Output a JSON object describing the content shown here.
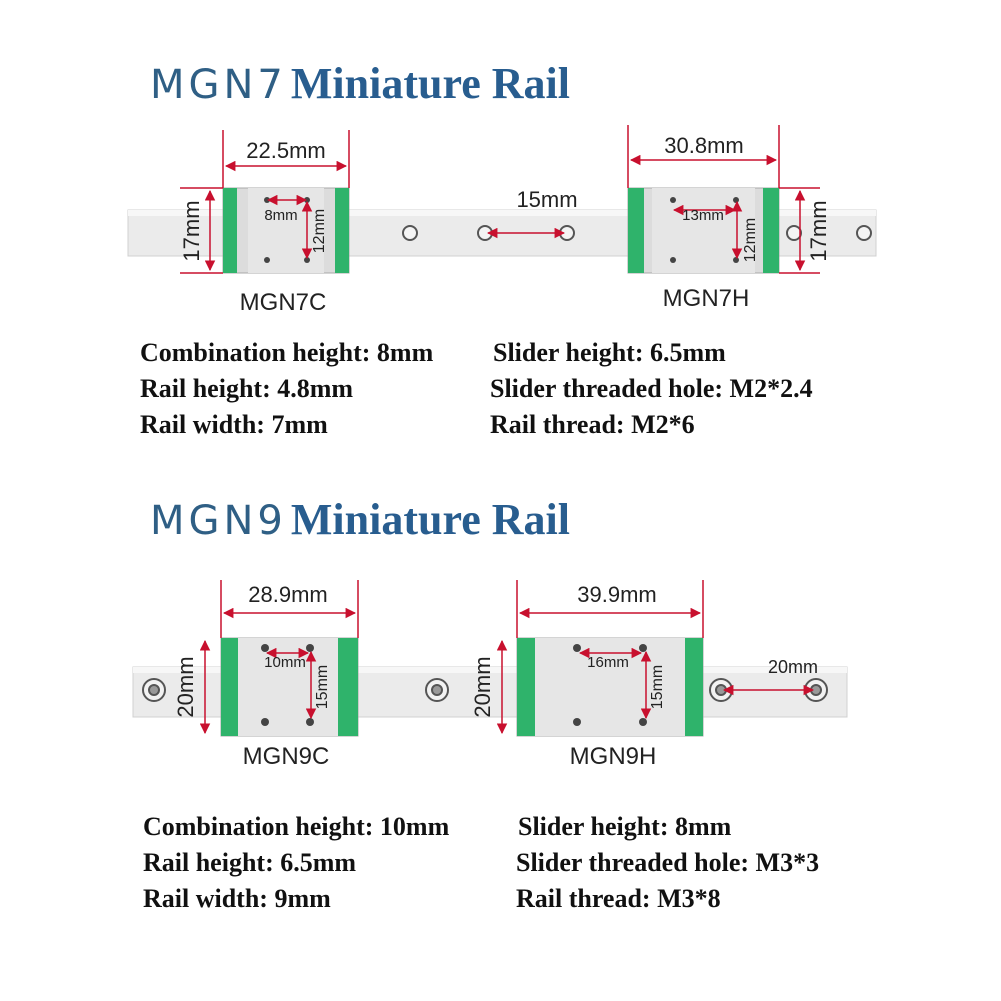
{
  "sections": [
    {
      "title_code": "MGN7",
      "title_rest": "Miniature Rail",
      "dims": {
        "c_width": "22.5mm",
        "c_hole_x": "8mm",
        "c_hole_y": "12mm",
        "height": "17mm",
        "pitch": "15mm",
        "h_width": "30.8mm",
        "h_hole_x": "13mm",
        "h_hole_y": "12mm"
      },
      "labels": {
        "c": "MGN7C",
        "h": "MGN7H"
      },
      "specs": [
        "Combination height: 8mm",
        "Slider height: 6.5mm",
        "Rail height: 4.8mm",
        "Slider threaded hole: M2*2.4",
        "Rail width: 7mm",
        "Rail thread: M2*6"
      ]
    },
    {
      "title_code": "MGN9",
      "title_rest": "Miniature Rail",
      "dims": {
        "c_width": "28.9mm",
        "c_hole_x": "10mm",
        "c_hole_y": "15mm",
        "height": "20mm",
        "pitch": "20mm",
        "h_width": "39.9mm",
        "h_hole_x": "16mm",
        "h_hole_y": "15mm"
      },
      "labels": {
        "c": "MGN9C",
        "h": "MGN9H"
      },
      "specs": [
        "Combination height: 10mm",
        "Slider height: 8mm",
        "Rail height: 6.5mm",
        "Slider threaded hole: M3*3",
        "Rail width: 9mm",
        "Rail thread: M3*8"
      ]
    }
  ],
  "colors": {
    "dimension": "#c8102e",
    "seal": "#2fb36b",
    "title": "#285d8f"
  }
}
